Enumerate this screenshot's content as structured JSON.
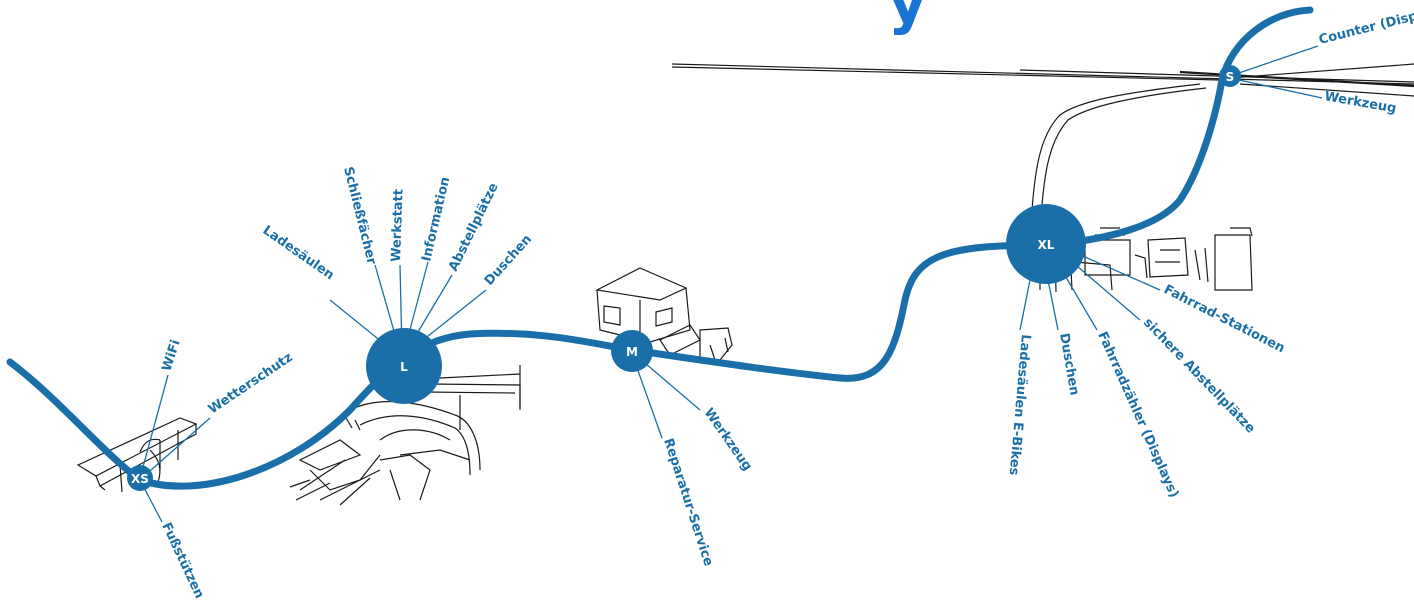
{
  "title_fragment": "y",
  "colors": {
    "route": "#1b6fa8",
    "node": "#1b6fa8",
    "node_text": "#ffffff",
    "label": "#1b6fa8",
    "title": "#1a74d6",
    "sketch": "#1a1a1a"
  },
  "nodes": {
    "xs": {
      "label": "XS",
      "services": [
        "WiFi",
        "Wetterschutz",
        "Fußstützen"
      ]
    },
    "l": {
      "label": "L",
      "services": [
        "Ladesäulen",
        "Schließfächer",
        "Werkstatt",
        "Information",
        "Abstellplätze",
        "Duschen"
      ]
    },
    "m": {
      "label": "M",
      "services": [
        "Werkzeug",
        "Reparatur-Service"
      ]
    },
    "xl": {
      "label": "XL",
      "services": [
        "Ladesäulen E-Bikes",
        "Duschen",
        "Fahrradzähler (Displays)",
        "sichere Abstellplätze",
        "Fahrrad-Stationen"
      ]
    },
    "s": {
      "label": "S",
      "services": [
        "Counter (Disp",
        "Werkzeug"
      ]
    }
  }
}
